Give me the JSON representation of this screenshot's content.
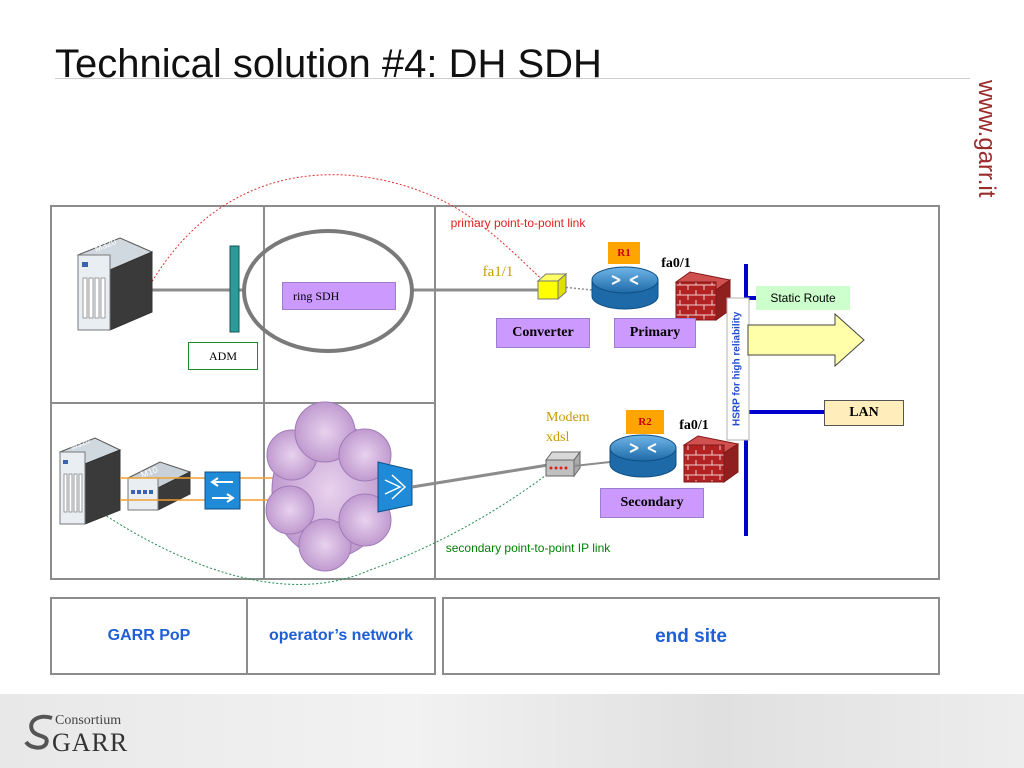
{
  "slide": {
    "title": "Technical solution #4: DH SDH",
    "site_url": "www.garr.it",
    "logo_consortium": "Consortium",
    "logo_garr": "GARR"
  },
  "diagram": {
    "links": {
      "primary_link": "primary point-to-point link",
      "secondary_link": "secondary point-to-point IP link"
    },
    "labels": {
      "ring_sdh": "ring SDH",
      "adm": "ADM",
      "fa1_1": "fa1/1",
      "converter": "Converter",
      "r1": "R1",
      "r2": "R2",
      "fa0_1_top": "fa0/1",
      "fa0_1_bottom": "fa0/1",
      "primary": "Primary",
      "secondary": "Secondary",
      "modem_xdsl": "Modem xdsl",
      "static_route": "Static Route",
      "lan": "LAN",
      "hsrp": "HSRP for high reliability",
      "m320_top": "M320",
      "m320_bottom": "M320",
      "m10": "M10"
    },
    "zones": {
      "garr_pop": "GARR PoP",
      "operator_network": "operator’s network",
      "end_site": "end site"
    },
    "colors": {
      "violet": "#cc99ff",
      "router_blue": "#2a7fc1",
      "firewall_red": "#b22222",
      "lan_bar": "#0000cc",
      "static_route_bg": "#ccffcc",
      "lan_box_bg": "#ffeebb",
      "red_text": "#e02020",
      "green_text": "#008000"
    }
  }
}
